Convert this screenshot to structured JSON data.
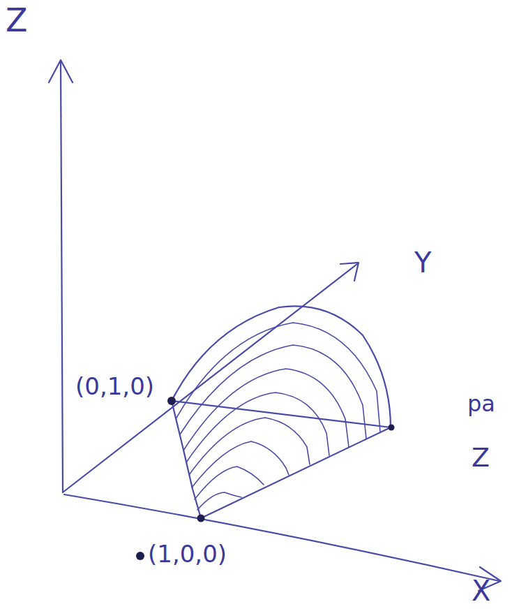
{
  "diagram": {
    "labels": [
      "Z",
      "Y",
      "(0,1,0)",
      "(1,0,0)",
      "X",
      "pa",
      "Z"
    ]
  }
}
